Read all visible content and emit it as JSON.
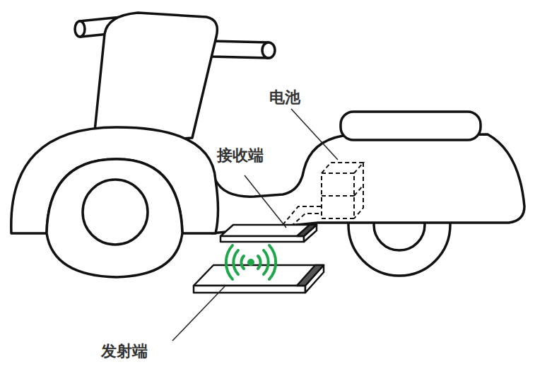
{
  "diagram": {
    "labels": [
      "电池",
      "接收端",
      "发射端"
    ]
  }
}
